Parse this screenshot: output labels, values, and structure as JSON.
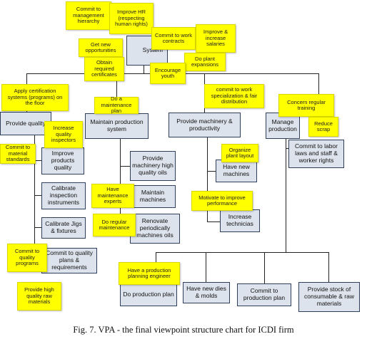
{
  "root": "System",
  "boxes": {
    "provide_quality": "Provide quality",
    "maintain_production": "Maintain production system",
    "provide_machinery": "Provide machinery & productivity",
    "manage_production": "Manage production",
    "improve_products_quality": "Improve products quality",
    "calibrate_inspection": "Calibrate inspection instruments",
    "calibrate_jigs": "Calibrate Jigs & fixtures",
    "commit_quality_plans": "Commit to quality plans & requirements",
    "provide_machinery_oils": "Provide machinery high quality oils",
    "maintain_machines": "Maintain machines",
    "renovate_oils": "Renovate periodically machines oils",
    "have_new_machines": "Have new machines",
    "increase_technicians": "Increase technicias",
    "commit_labor": "Commit to labor laws and staff & worker rights",
    "do_production_plan": "Do production plan",
    "new_dies": "Have new dies & molds",
    "commit_production_plan": "Commit to production plan",
    "provide_stock": "Provide stock of consumable & raw materials"
  },
  "notes": {
    "commit_mgmt": "Commit to management hierarchy",
    "improve_hr": "Improve HR (respecting human rights)",
    "commit_contracts": "Commit to work contracts",
    "improve_salaries": "Improve & increase salaries",
    "new_opportunities": "Get new opportunities",
    "plant_expansions": "Do plant expansions",
    "obtain_certificates": "Obtain required certificates",
    "encourage_youth": "Encourage youth",
    "apply_certification": "Apply certification systems (programs) on the floor",
    "do_maintenance_plan": "Do a maintenance plan",
    "specialization": "commit to work specialization & fair distribution",
    "concern_training": "Concern regular training",
    "reduce_scrap": "Reduce scrap",
    "increase_inspectors": "Increase quality inspectors",
    "commit_material": "Commit to material standards",
    "organize_layout": "Organize plant layout",
    "maintenance_experts": "Have maintenance experts",
    "motivate_performance": "Motivate to improve performance",
    "regular_maintenance": "Do regular maintenance",
    "quality_programs": "Commit to quality programs",
    "raw_materials": "Provide high quality raw materials",
    "planning_engineer": "Have a production planning engineer"
  },
  "caption": "Fig. 7. VPA - the final viewpoint structure chart for ICDI firm"
}
